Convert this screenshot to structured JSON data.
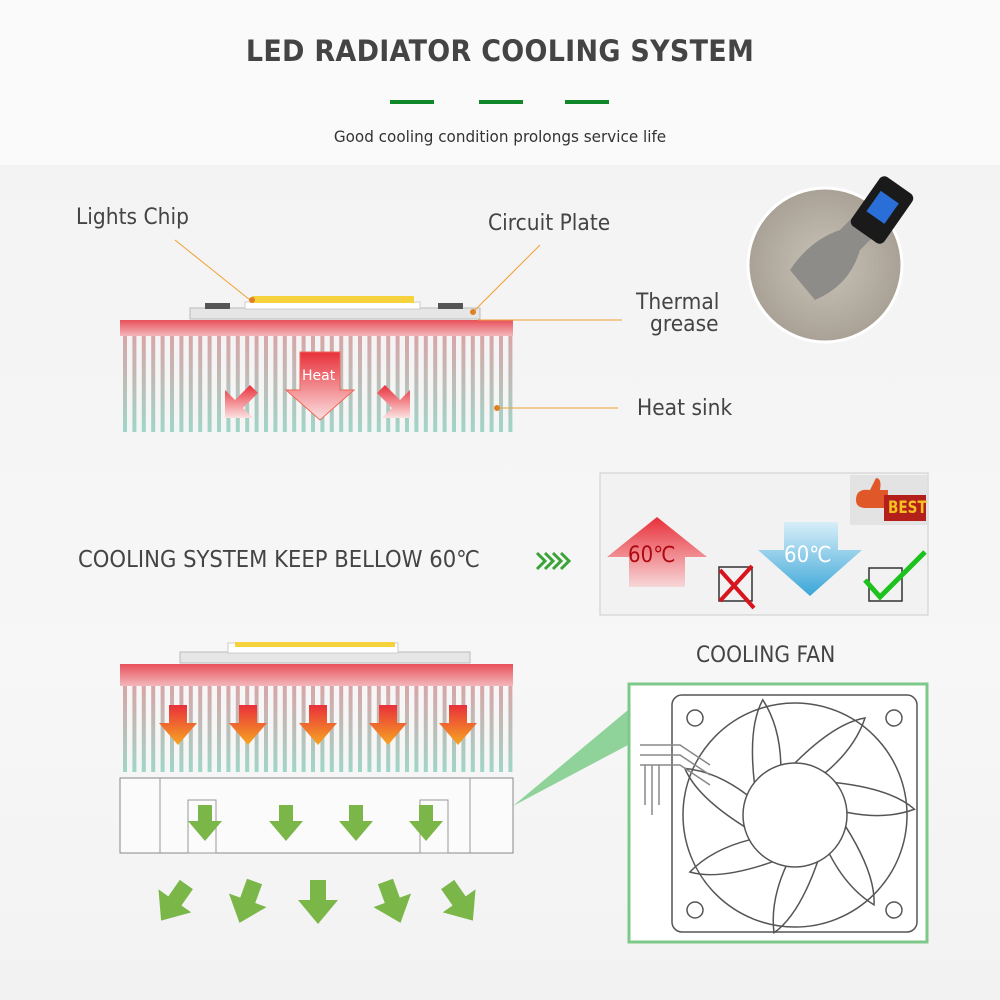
{
  "header": {
    "title": "LED RADIATOR COOLING SYSTEM",
    "subtitle": "Good cooling condition prolongs service life"
  },
  "diagram1": {
    "labels": {
      "lights_chip": "Lights Chip",
      "circuit_plate": "Circuit Plate",
      "thermal_grease_1": "Thermal",
      "thermal_grease_2": "grease",
      "heat_sink": "Heat sink"
    },
    "heat_arrow_label": "Heat"
  },
  "comparison": {
    "statement": "COOLING SYSTEM KEEP BELLOW 60℃",
    "hot_label": "60℃",
    "cool_label": "60℃",
    "badge": "BEST"
  },
  "diagram2": {
    "fan_title": "COOLING FAN"
  },
  "colors": {
    "accent_green": "#10882a",
    "heat_red": "#e8303a",
    "cool_blue": "#4fb4e0",
    "fan_border": "#7cc98a",
    "arrow_green": "#7ab648"
  }
}
